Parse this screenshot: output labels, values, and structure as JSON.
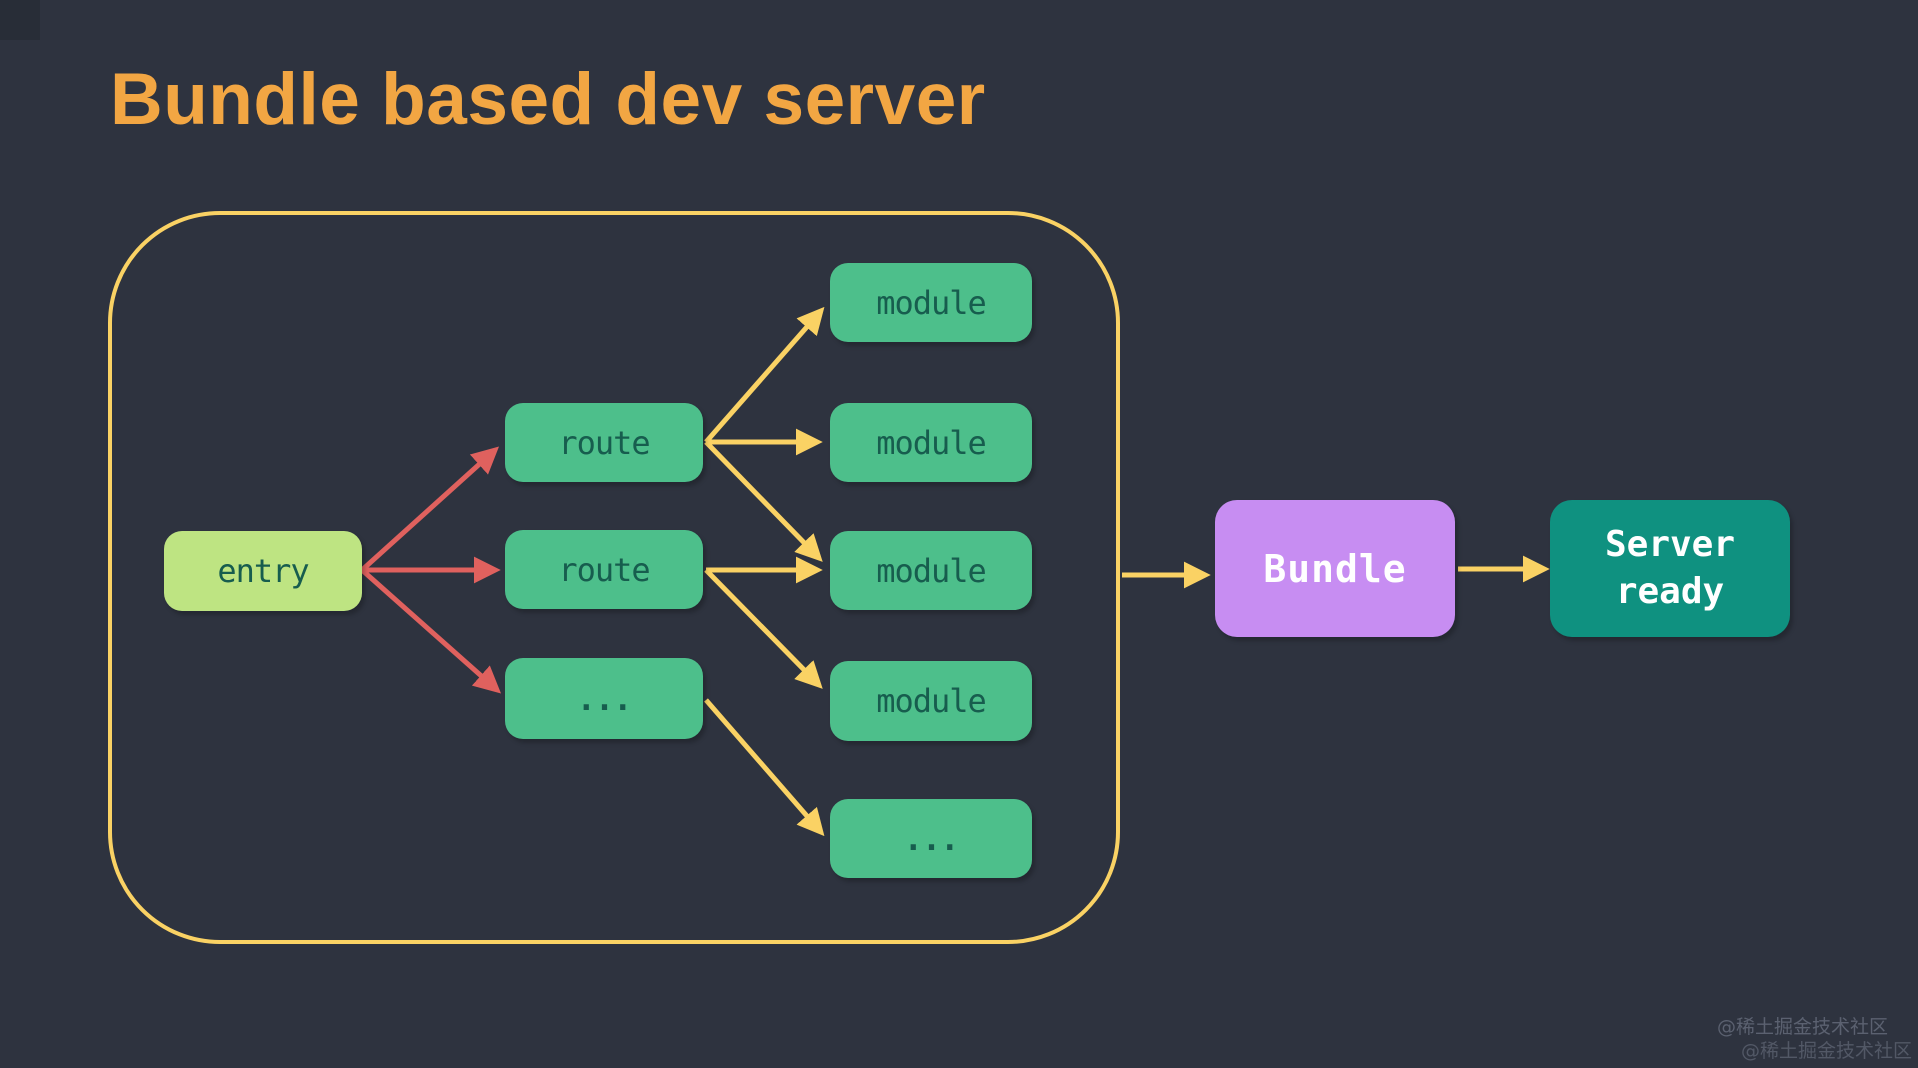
{
  "title": "Bundle based dev server",
  "nodes": {
    "entry": "entry",
    "route1": "route",
    "route2": "route",
    "route_more": "...",
    "module1": "module",
    "module2": "module",
    "module3": "module",
    "module4": "module",
    "module_more": "...",
    "bundle": "Bundle",
    "server_line1": "Server",
    "server_line2": "ready"
  },
  "colors": {
    "background": "#2e333f",
    "title_orange": "#f2a643",
    "outline_and_arrow_yellow": "#fad264",
    "arrow_red": "#e0615e",
    "node_green": "#4dbf8b",
    "entry_green": "#bee482",
    "bundle_purple": "#c78df2",
    "server_teal": "#0f9180",
    "node_text_dark_teal": "#175d4e"
  },
  "watermark": {
    "line1": "@稀土掘金技术社区",
    "line2": "@稀土掘金技术社区"
  }
}
